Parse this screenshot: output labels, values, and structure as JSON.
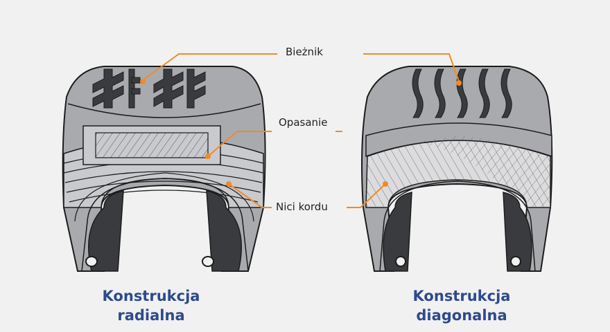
{
  "colors": {
    "background": "#f1f1f1",
    "tire_outer": "#a9aaae",
    "tire_band": "#c9cacd",
    "tire_inner": "#dcdcde",
    "tire_cavity": "#3a3b3e",
    "outline": "#1c1c1c",
    "callout": "#f08a26",
    "caption": "#2d4a8c"
  },
  "callouts": {
    "tread": "Bieżnik",
    "belt": "Opasanie",
    "cord": "Nici kordu"
  },
  "tires": [
    {
      "id": "radial",
      "caption_line1": "Konstrukcja",
      "caption_line2": "radialna"
    },
    {
      "id": "diagonal",
      "caption_line1": "Konstrukcja",
      "caption_line2": "diagonalna"
    }
  ]
}
